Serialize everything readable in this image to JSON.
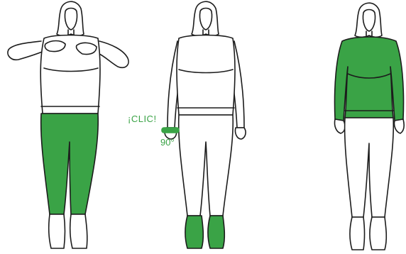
{
  "colors": {
    "accent_green": "#3aa346",
    "outline": "#1c1c1c",
    "background": "#ffffff"
  },
  "figures": [
    {
      "label": "figure-left",
      "highlight": "leggings"
    },
    {
      "label": "figure-center",
      "highlight": "shoes"
    },
    {
      "label": "figure-right",
      "highlight": "sweater"
    }
  ],
  "callout": {
    "click_text": "¡CLIC!",
    "angle_text": "90°"
  }
}
